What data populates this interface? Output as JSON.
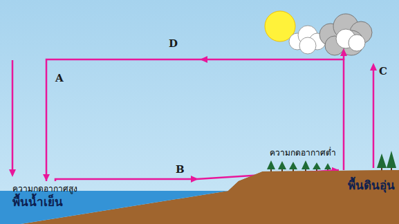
{
  "diagram": {
    "nodes": [
      {
        "text": [
          "ความกดอากาศสูง",
          "พื้นน้ำเย็น"
        ]
      },
      {
        "text": [
          "พื้นดินอุ่น"
        ]
      }
    ],
    "edges": [
      {
        "from": 0,
        "to": 1,
        "arrow": "to",
        "label": "B"
      },
      {
        "from": 1,
        "to": 0,
        "arrow": "to",
        "label": "D"
      }
    ],
    "labels": [
      "A",
      "C",
      "ความกดอากาศต่ำ"
    ]
  }
}
